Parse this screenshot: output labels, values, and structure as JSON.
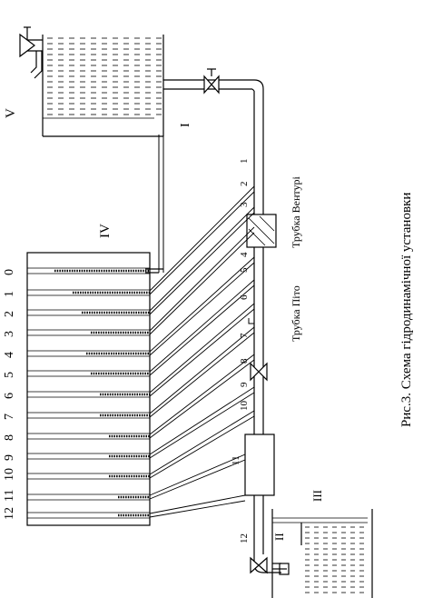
{
  "caption": "Рис.3. Схема гідродинамічної установки",
  "venturi_label": "Трубка Вентурі",
  "pitot_label": "Трубка Піто",
  "roman": {
    "I": "I",
    "II": "II",
    "III": "III",
    "IV": "IV",
    "V": "V"
  },
  "tube_numbers": [
    "0",
    "1",
    "2",
    "3",
    "4",
    "5",
    "6",
    "7",
    "8",
    "9",
    "10",
    "11",
    "12"
  ],
  "point_numbers": [
    "1",
    "2",
    "3",
    "4",
    "5",
    "6",
    "7",
    "8",
    "9",
    "10",
    "11",
    "12"
  ]
}
